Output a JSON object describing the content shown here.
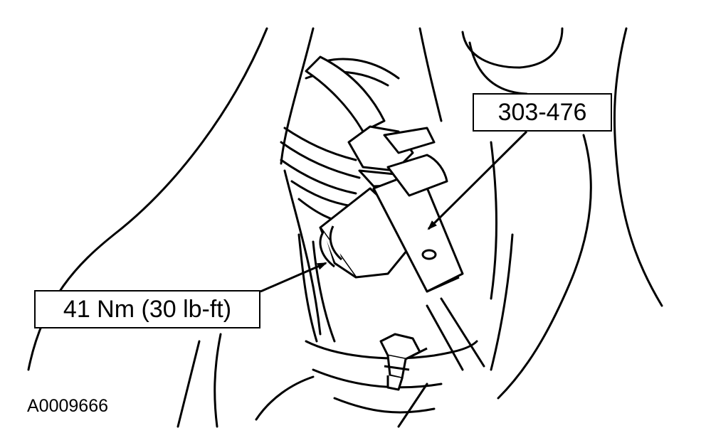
{
  "callouts": {
    "tool_number": "303-476",
    "torque_spec": "41 Nm (30 lb-ft)"
  },
  "figure": {
    "id": "A0009666"
  },
  "colors": {
    "line": "#000000",
    "background": "#ffffff"
  }
}
